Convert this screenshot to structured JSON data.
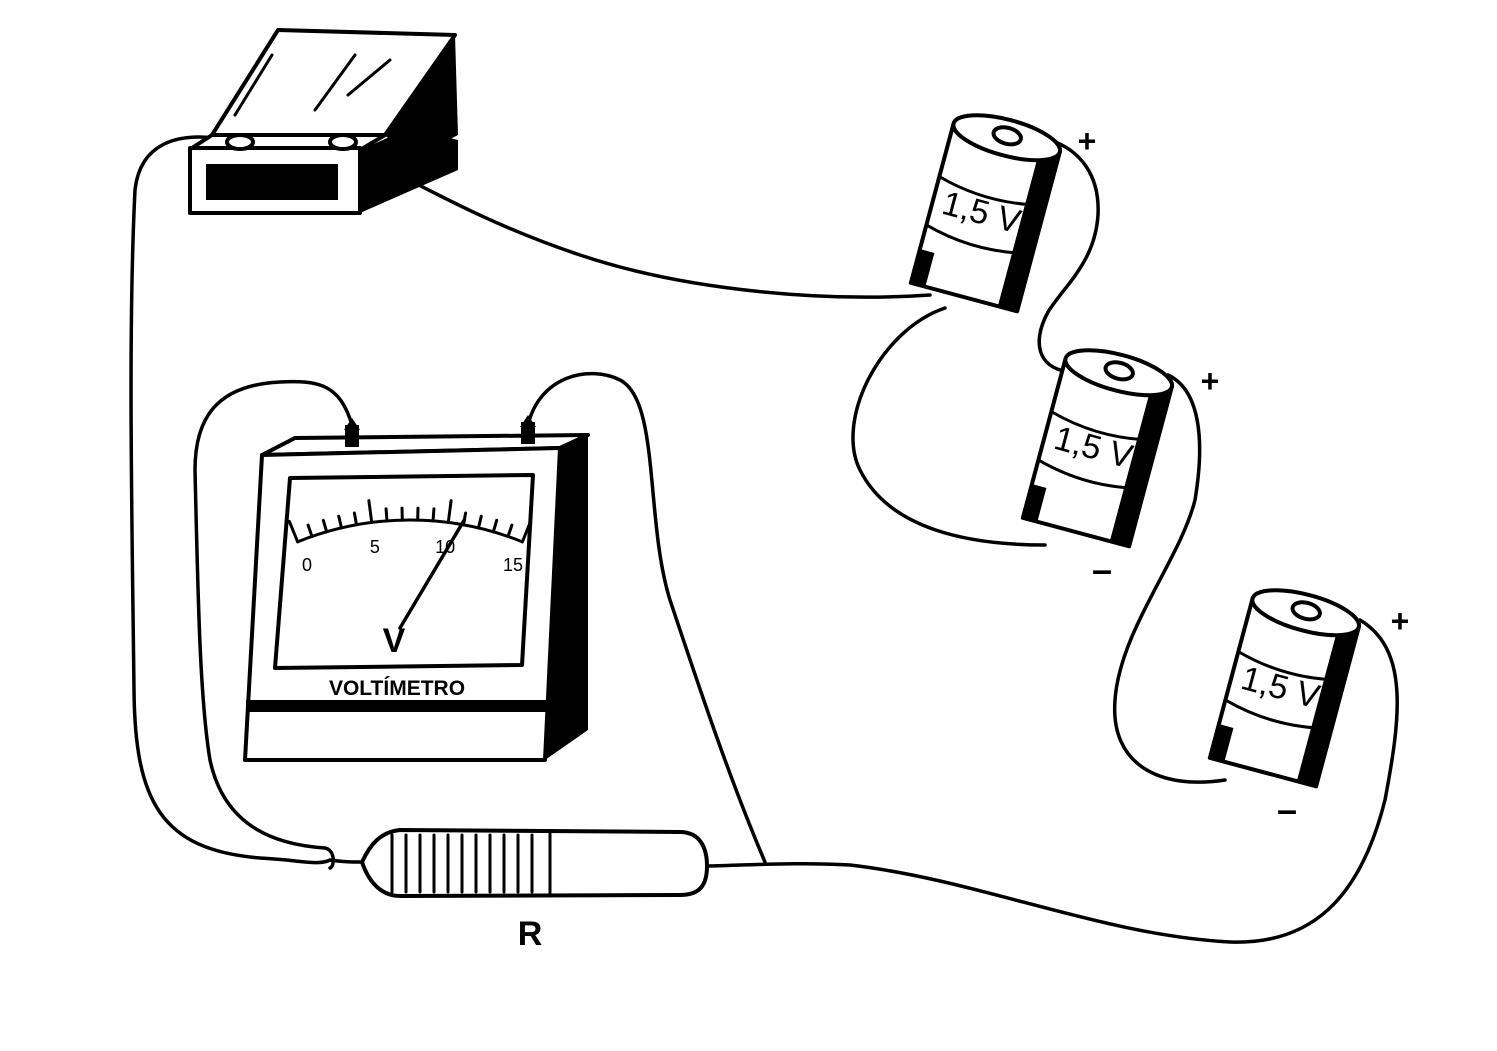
{
  "voltmeter": {
    "caption": "VOLTÍMETRO",
    "unit": "V",
    "scale_labels": [
      "0",
      "5",
      "10",
      "15"
    ],
    "scale_max": 15,
    "needle_value": 11
  },
  "resistor": {
    "label": "R"
  },
  "batteries": [
    {
      "voltage": "1,5 V",
      "positive": "+",
      "negative": ""
    },
    {
      "voltage": "1,5 V",
      "positive": "+",
      "negative": "–"
    },
    {
      "voltage": "1,5 V",
      "positive": "+",
      "negative": "–"
    }
  ],
  "colors": {
    "ink": "#000000",
    "paper": "#ffffff"
  }
}
